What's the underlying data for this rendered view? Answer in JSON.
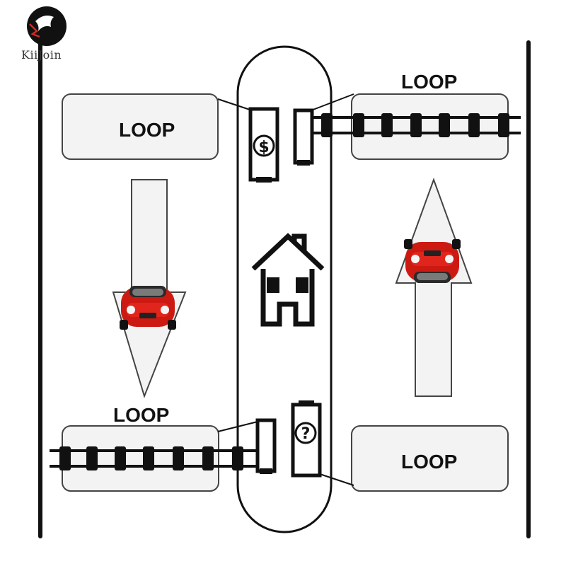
{
  "brand": {
    "name": "KiiJoin"
  },
  "loops": {
    "top_left": "LOOP",
    "top_right": "LOOP",
    "bottom_left": "LOOP",
    "bottom_right": "LOOP"
  },
  "signs": {
    "top_booth": "$",
    "bottom_booth": "?"
  },
  "colors": {
    "car": "#cc1a12",
    "outline": "#111111",
    "box_fill": "#f3f3f3"
  },
  "icons": {
    "house": "house-icon",
    "car": "car-icon",
    "dollar": "dollar-sign-icon",
    "question": "question-mark-icon"
  }
}
